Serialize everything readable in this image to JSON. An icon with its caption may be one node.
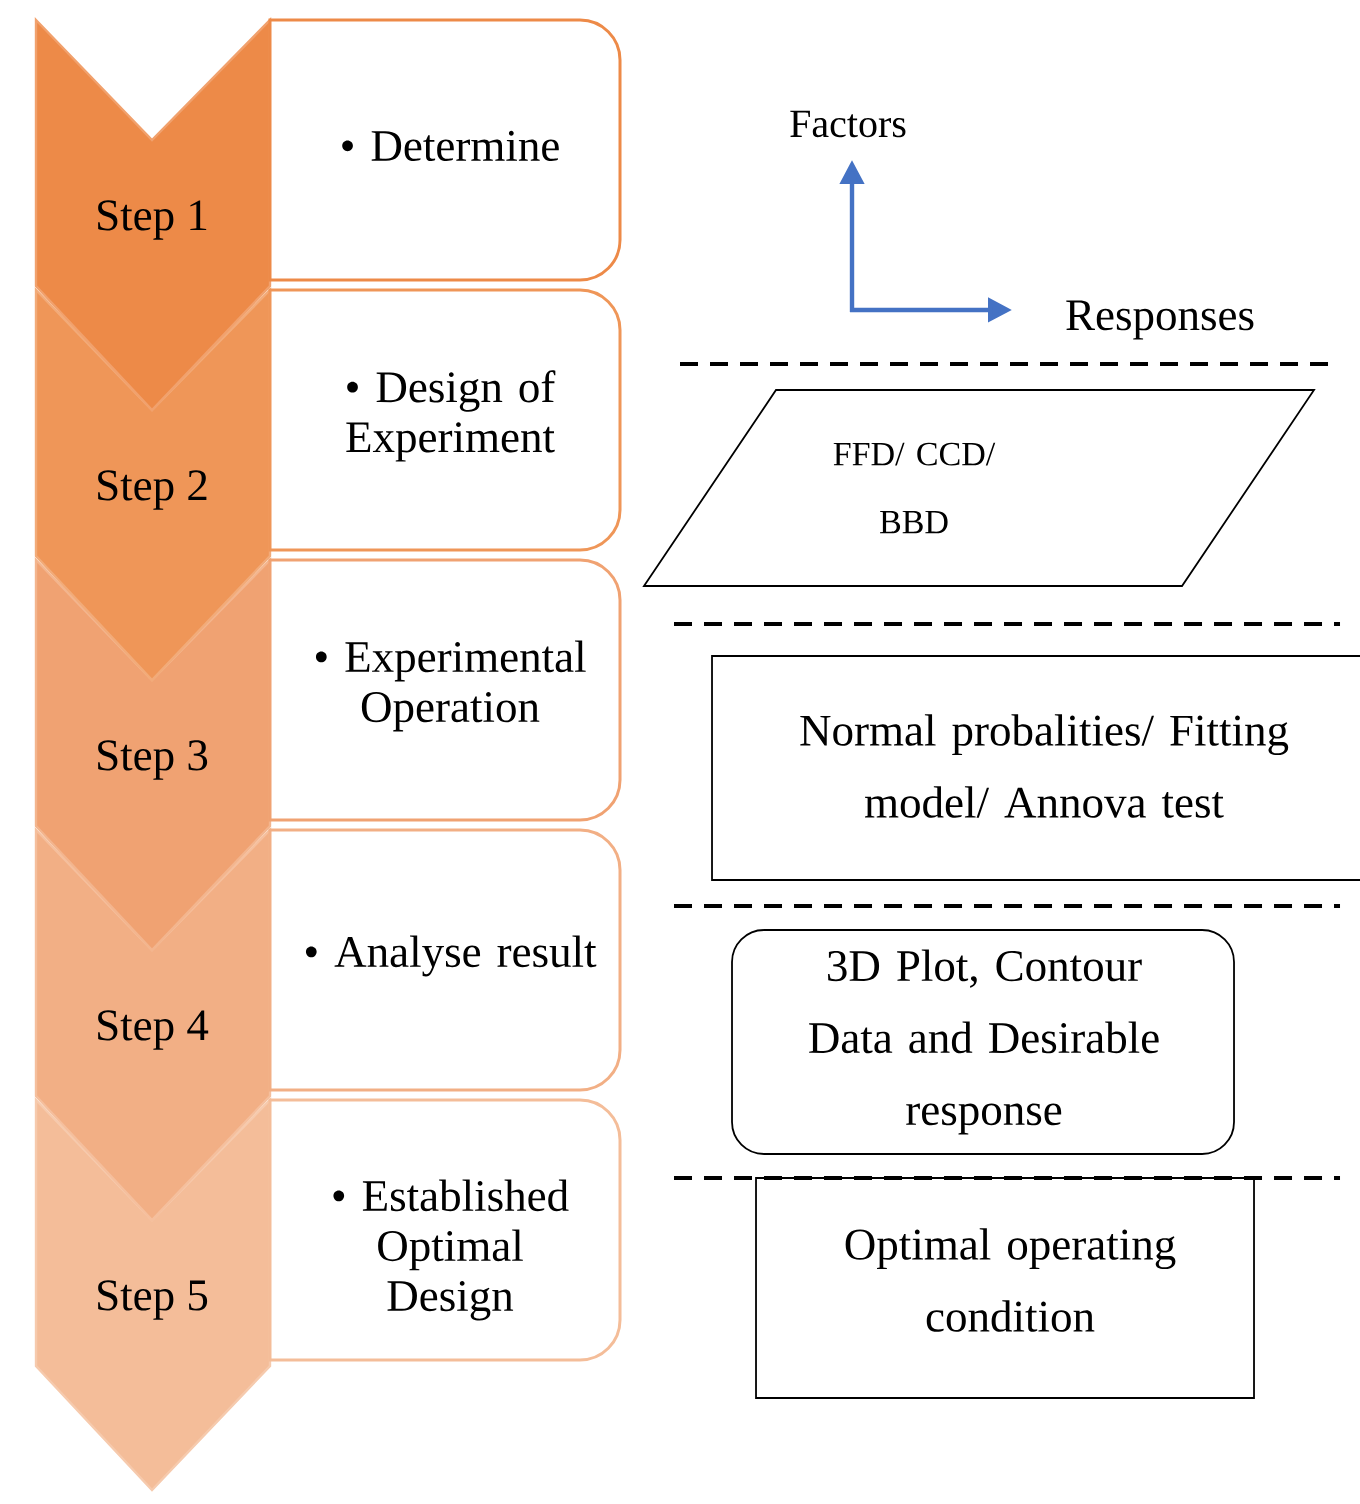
{
  "diagram": {
    "nodes": [
      {
        "text": [
          "Step 1"
        ]
      },
      {
        "text": [
          "Step 2"
        ]
      },
      {
        "text": [
          "Step 3"
        ]
      },
      {
        "text": [
          "Step 4"
        ]
      },
      {
        "text": [
          "Step 5"
        ]
      },
      {
        "text": [
          "• Determine"
        ]
      },
      {
        "text": [
          "• Design of Experiment"
        ]
      },
      {
        "text": [
          "• Experimental Operation"
        ]
      },
      {
        "text": [
          "• Analyse result"
        ]
      },
      {
        "text": [
          "• Established Optimal Design"
        ]
      },
      {
        "text": [
          "FFD/ CCD/ BBD"
        ]
      },
      {
        "text": [
          "Normal probalities/ Fitting model/ Annova test"
        ]
      },
      {
        "text": [
          "3D Plot, Contour Data and Desirable response"
        ]
      },
      {
        "text": [
          "Optimal operating condition"
        ]
      }
    ],
    "labels": [
      "Factors",
      "Responses"
    ]
  }
}
